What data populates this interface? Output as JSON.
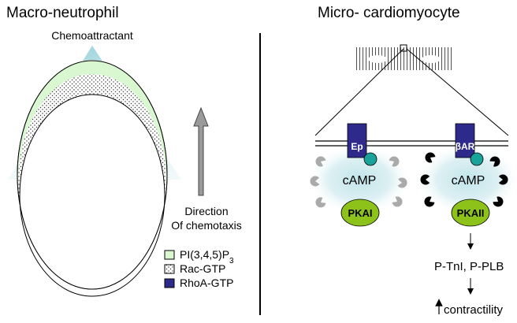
{
  "left_panel": {
    "title": "Macro-neutrophil",
    "chemoattractant_label": "Chemoattractant",
    "direction_line1": "Direction",
    "direction_line2": "Of chemotaxis",
    "legend": [
      {
        "label": "PI(3,4,5)P",
        "subscript": "3",
        "color": "#d9f7d0",
        "pattern": "solid"
      },
      {
        "label": "Rac-GTP",
        "subscript": "",
        "color": "#ffffff",
        "pattern": "dotted"
      },
      {
        "label": "RhoA-GTP",
        "subscript": "",
        "color": "#2e2a8c",
        "pattern": "solid"
      }
    ]
  },
  "right_panel": {
    "title": "Micro- cardiomyocyte",
    "left_complex": {
      "receptor": "Ep",
      "second_messenger": "cAMP",
      "kinase": "PKAI",
      "anchor_color": "#aaaaaa"
    },
    "right_complex": {
      "receptor": "βAR",
      "second_messenger": "cAMP",
      "kinase": "PKAII",
      "anchor_color": "#000000"
    },
    "products": "P-TnI, P-PLB",
    "outcome": "contractility"
  },
  "colors": {
    "receptor": "#2e2a8c",
    "g_protein": "#1aa39a",
    "kinase": "#8cc21a",
    "glow": "#bfe4ea",
    "cone": "#9fd3dc",
    "membrane_band": "#2e2a8c"
  }
}
